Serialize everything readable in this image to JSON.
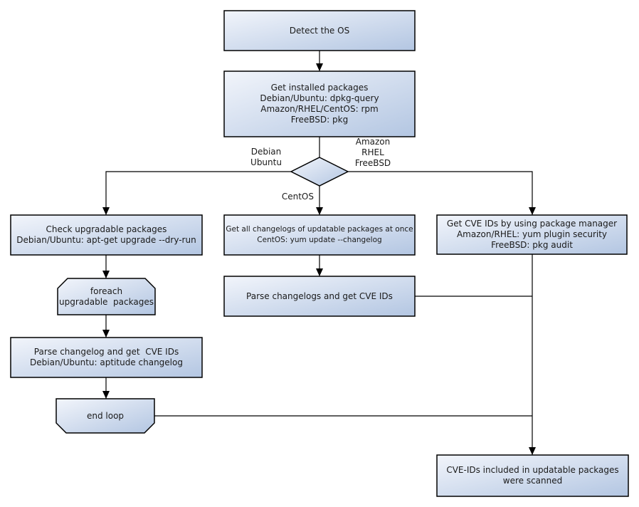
{
  "diagram": {
    "type": "flowchart",
    "background": "#ffffff",
    "colors": {
      "node_fill_light": "#f2f5fb",
      "node_fill_dark": "#b3c6e2",
      "node_border": "#000000",
      "connector": "#000000",
      "arrowhead": "#000000",
      "text": "#1a1a1a"
    },
    "nodes": {
      "detect_os": {
        "shape": "rect",
        "label": "Detect the OS"
      },
      "get_installed_packages": {
        "shape": "rect",
        "label": "Get installed packages\nDebian/Ubuntu: dpkg-query\nAmazon/RHEL/CentOS: rpm\nFreeBSD: pkg"
      },
      "os_decision": {
        "shape": "diamond",
        "label": ""
      },
      "check_upgradable": {
        "shape": "rect",
        "label": "Check upgradable packages\nDebian/Ubuntu: apt-get upgrade --dry-run"
      },
      "foreach_loop": {
        "shape": "loop-start",
        "label": "foreach\nupgradable  packages"
      },
      "parse_changelog": {
        "shape": "rect",
        "label": "Parse changelog and get  CVE IDs\nDebian/Ubuntu: aptitude changelog"
      },
      "end_loop": {
        "shape": "loop-end",
        "label": "end loop"
      },
      "get_all_changelogs": {
        "shape": "rect",
        "label": "Get all changelogs of updatable packages at once\nCentOS: yum update --changelog"
      },
      "parse_changelogs": {
        "shape": "rect",
        "label": "Parse changelogs and get CVE IDs"
      },
      "get_cve_ids": {
        "shape": "rect",
        "label": "Get CVE IDs by using package manager\nAmazon/RHEL: yum plugin security\nFreeBSD: pkg audit"
      },
      "scan_result": {
        "shape": "rect",
        "label": "CVE-IDs included in updatable packages\nwere scanned"
      }
    },
    "edge_labels": {
      "left_branch": "Debian\nUbuntu",
      "right_branch": "Amazon\nRHEL\nFreeBSD",
      "down_branch": "CentOS"
    }
  }
}
